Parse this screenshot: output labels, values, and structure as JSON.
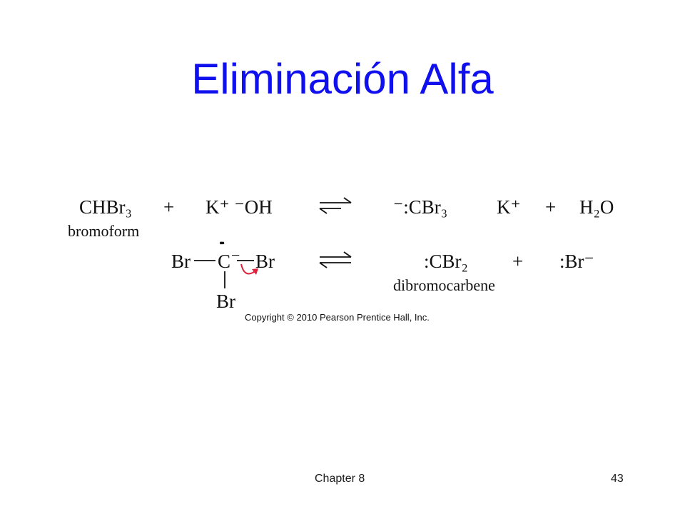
{
  "slide": {
    "title": "Eliminación Alfa",
    "title_color": "#1010ee",
    "footer_left": "Chapter 8",
    "footer_right": "43"
  },
  "reaction1": {
    "reactant": "CHBr₃",
    "reactant_label": "bromoform",
    "plus1": "+",
    "base": "K⁺ ⁻OH",
    "product1": "⁻:CBr₃",
    "counter_ion": "K⁺",
    "plus2": "+",
    "product2": "H₂O"
  },
  "reaction2": {
    "carbanion_left_br": "Br",
    "carbanion_center": "C",
    "carbanion_charge": "−",
    "carbanion_right_br": "Br",
    "carbanion_bottom_br": "Br",
    "lone_pair": "••",
    "product1": ":CBr₂",
    "product1_label": "dibromocarbene",
    "plus": "+",
    "product2": ":Br⁻",
    "curved_arrow_color": "#e0203a"
  },
  "copyright": "Copyright © 2010 Pearson Prentice Hall, Inc."
}
